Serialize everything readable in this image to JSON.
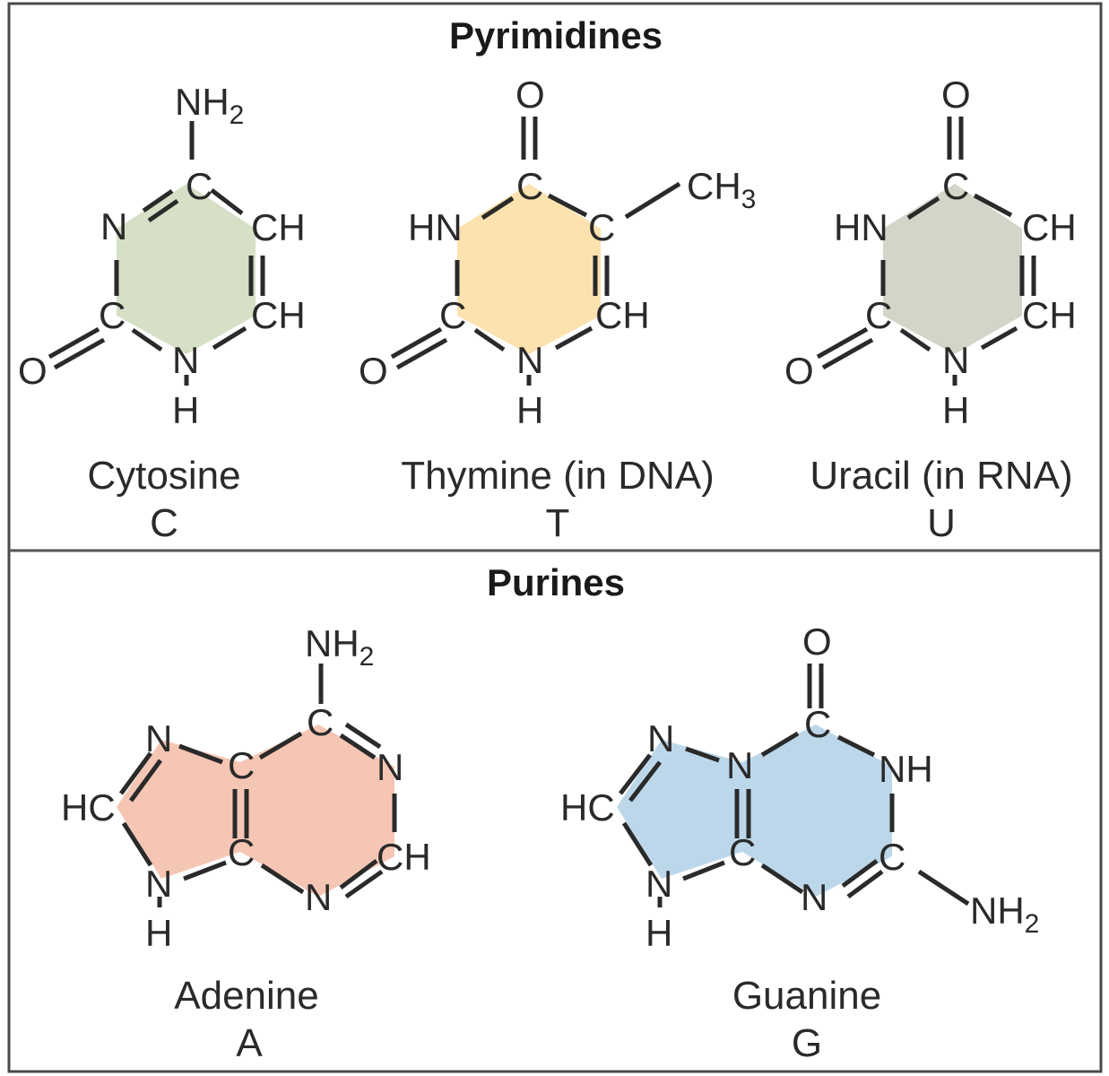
{
  "sections": {
    "pyrimidines": {
      "heading": "Pyrimidines"
    },
    "purines": {
      "heading": "Purines"
    }
  },
  "molecules": {
    "cytosine": {
      "name": "Cytosine",
      "letter": "C",
      "fill": "#d5e0c7"
    },
    "thymine": {
      "name": "Thymine (in DNA)",
      "letter": "T",
      "fill": "#fbe2ae"
    },
    "uracil": {
      "name": "Uracil (in RNA)",
      "letter": "U",
      "fill": "#d2d6c8"
    },
    "adenine": {
      "name": "Adenine",
      "letter": "A",
      "fill": "#f5c6b4"
    },
    "guanine": {
      "name": "Guanine",
      "letter": "G",
      "fill": "#bdd7ea"
    }
  },
  "atoms": {
    "N": "N",
    "C": "C",
    "O": "O",
    "H": "H",
    "CH": "CH",
    "HN": "HN",
    "HC": "HC",
    "NH": "NH",
    "NH2": "NH",
    "CH3": "CH",
    "sub2": "2",
    "sub3": "3"
  },
  "colors": {
    "frame": "#4a4a4a",
    "divider": "#555555",
    "text": "#2a2a2a"
  }
}
